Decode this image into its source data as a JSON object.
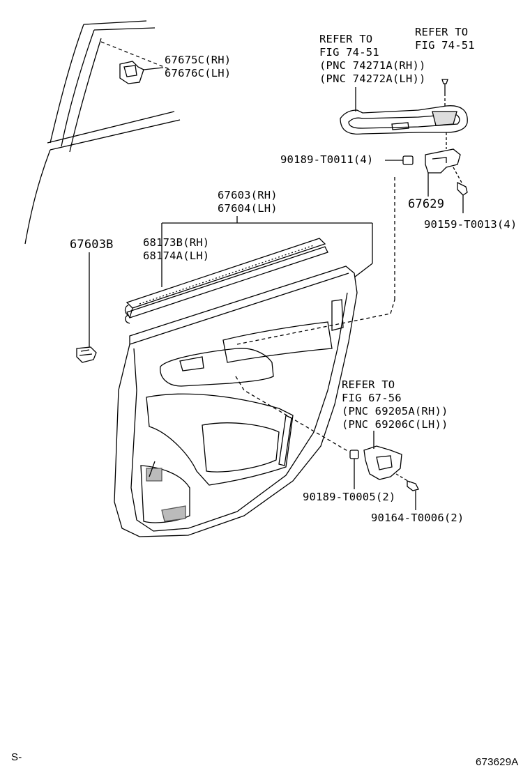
{
  "labels": {
    "grip_cap_rh": "67675C(RH)",
    "grip_cap_lh": "67676C(LH)",
    "refer_a_line1": "REFER TO",
    "refer_a_line2": "FIG 74-51",
    "refer_a_pnc_rh": "(PNC 74271A(RH))",
    "refer_a_pnc_lh": "(PNC 74272A(LH))",
    "refer_b_line1": "REFER TO",
    "refer_b_line2": "FIG 74-51",
    "nut_clip": "90189-T0011(4)",
    "bracket": "67629",
    "screw_bracket": "90159-T0013(4)",
    "board_rh": "67603(RH)",
    "board_lh": "67604(LH)",
    "clip": "67603B",
    "weatherstrip_rh": "68173B(RH)",
    "weatherstrip_lh": "68174A(LH)",
    "refer_c_line1": "REFER TO",
    "refer_c_line2": "FIG 67-56",
    "refer_c_pnc_rh": "(PNC 69205A(RH))",
    "refer_c_pnc_lh": "(PNC 69206C(LH))",
    "nut_handle": "90189-T0005(2)",
    "screw_handle": "90164-T0006(2)",
    "footer_left": "S-",
    "footer_right": "673629A"
  }
}
